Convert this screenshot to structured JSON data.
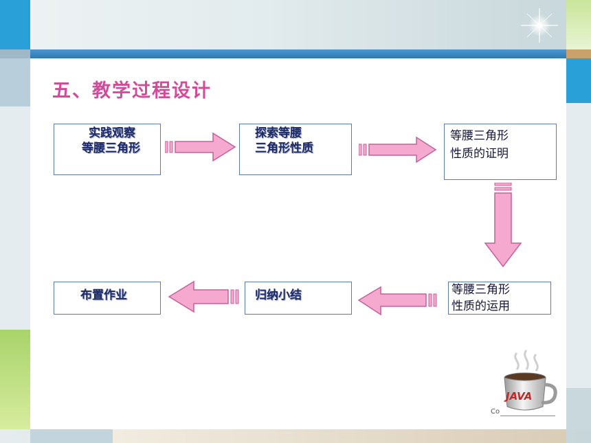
{
  "slide": {
    "title": "五、教学过程设计",
    "steps": [
      {
        "line1": "实践观察",
        "line2": "等腰三角形"
      },
      {
        "line1": "探索等腰",
        "line2": "三角形性质"
      },
      {
        "line1": "等腰三角形",
        "line2": "性质的证明"
      },
      {
        "line1": "等腰三角形",
        "line2": "性质的运用"
      },
      {
        "line1": "归纳小结"
      },
      {
        "line1": "布置作业"
      }
    ],
    "logo": {
      "text": "JAVA",
      "footer_fragment": "Co"
    }
  },
  "colors": {
    "title": "#d24b9a",
    "arrow_fill": "#f6a9cf",
    "arrow_stroke": "#c4609b",
    "box_border": "#5b7aa8",
    "accent_blue": "#2aa0d8",
    "accent_lime": "#c9e59a"
  },
  "icons": {
    "decor": "sparkle-icon",
    "logo": "java-coffee-cup-icon",
    "arrow": "block-arrow-icon"
  }
}
